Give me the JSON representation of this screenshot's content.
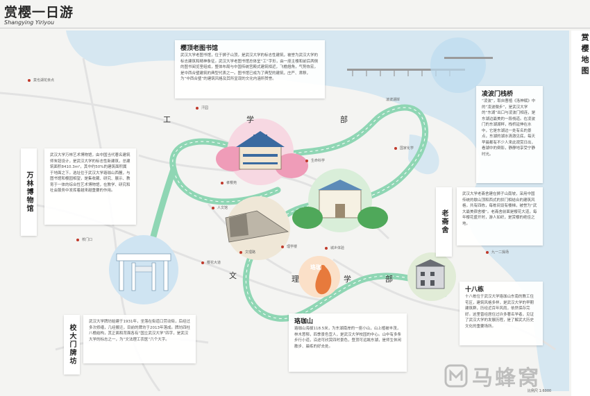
{
  "header": {
    "title": "赏樱一日游",
    "subtitle": "Shangying Yiriyou"
  },
  "sidebar": {
    "label": "赏樱地图"
  },
  "cards": {
    "library": {
      "title": "樱顶老图书馆",
      "text": "武汉大学老图书馆，位于狮子山顶，是武汉大学的标志性建筑，被誉为武汉大学的标志建筑和精神象征。武汉大学老图书馆总体呈“工”字形，由一座主楼和前后两侧的图书阅览室组成，整体布局与中国传统宫殿式建筑相近，飞檐翘角，气势恢宏，是中西合璧建筑的典型代表之一。图书馆已成为了典型的建筑，庄严、肃穆，为“中西合璧”的建筑风格及其所呈现的文化内涵所赞誉。"
    },
    "museum": {
      "title": "万林博物馆",
      "text": "武汉大学万林艺术博物馆，由中国当代著名建筑师朱锫设计，是武汉大学的标志性新建筑，总建筑面积8410.3m²，其中约50%的建筑面积属于地面之下。选址位于武汉大学珞珈山西麓，与图书馆和樱园相望，是集收藏、研究、展示、教育于一体的综合性艺术博物馆，在教学、研究和社会服务中发挥着越来越重要的作用。"
    },
    "gate": {
      "title": "校大门牌坊",
      "text": "武汉大学牌坊始建于1931年，坐落在街道口劳动街，后经过多次修缮，几经搬迁，目前的牌坊于2013年落成。牌坊四柱八檐结构，其正面和背面各有“国立武汉大学”四字，是武汉大学的标志之一，为“文法理工农医”六个大字。"
    },
    "lingbo": {
      "title": "凌波门栈桥",
      "text": "“凌波”，取自曹植《洛神赋》中的“凌波微步”，是武汉大学的“东湖”出口与凌波门相连，是东湖边最美的一段栈道。在凌波门的东湖湖畔，栈桥延伸在水中，它是东湖边一处有名的景点，东湖的湖水清澈见底，每天早晨都有不少人来此观赏日出，看湖中的倒影，静静地享受宁静时光。"
    },
    "laozhai": {
      "title": "老斋舍",
      "text": "武汉大学老斋舍建在狮子山南坡，采用中国传统的歇山顶和西式的拱门相结合的建筑风格，共有四栋，每栋间设有楼梯，被誉为“武大最美宿舍楼”。老斋舍前面是樱花大道，每年樱花盛开时，游人如织，是赏樱的绝佳之地。"
    },
    "shiba": {
      "title": "十八栋",
      "text": "十八栋位于武汉大学珞珈山东南的教工住宅区，建筑风格多样，是武汉大学的早期建筑群，历经近百年风雨，依然保存完好。这里曾经居住过许多著名学者，见证了武汉大学的发展历程，是了解武大历史文化的重要场所。"
    },
    "luojia": {
      "title": "珞珈山",
      "text": "珞珈山海拔118.5米，为东湖南岸的一座小山，山上植被丰茂，林木葱郁，四季景色宜人，是武汉大学校园的中心。山中有多条步行小道，沿途可欣赏四时景色，登顶可远眺东湖，是师生休闲散步、晨练的好去处。"
    }
  },
  "map_labels": {
    "char_gong": "工",
    "char_xue1": "学",
    "char_bu1": "部",
    "char_wen": "文",
    "char_li": "理",
    "char_xue2": "学",
    "char_bu2": "部",
    "luojia_circle": "珞珈",
    "place_1": "莫也湖花亲点",
    "place_2": "汗园",
    "place_3": "孝樱苑",
    "place_4": "国家化学",
    "place_5": "生命科学",
    "place_6": "樱花大道",
    "place_7": "校门口",
    "place_8": "文理路",
    "place_9": "城乡体验",
    "place_10": "九一二操场",
    "place_11": "人文馆",
    "place_12": "理学楼",
    "place_13": "凌波湖岸",
    "scale": "比例尺 1:6000"
  },
  "watermark": {
    "text": "马蜂窝"
  }
}
